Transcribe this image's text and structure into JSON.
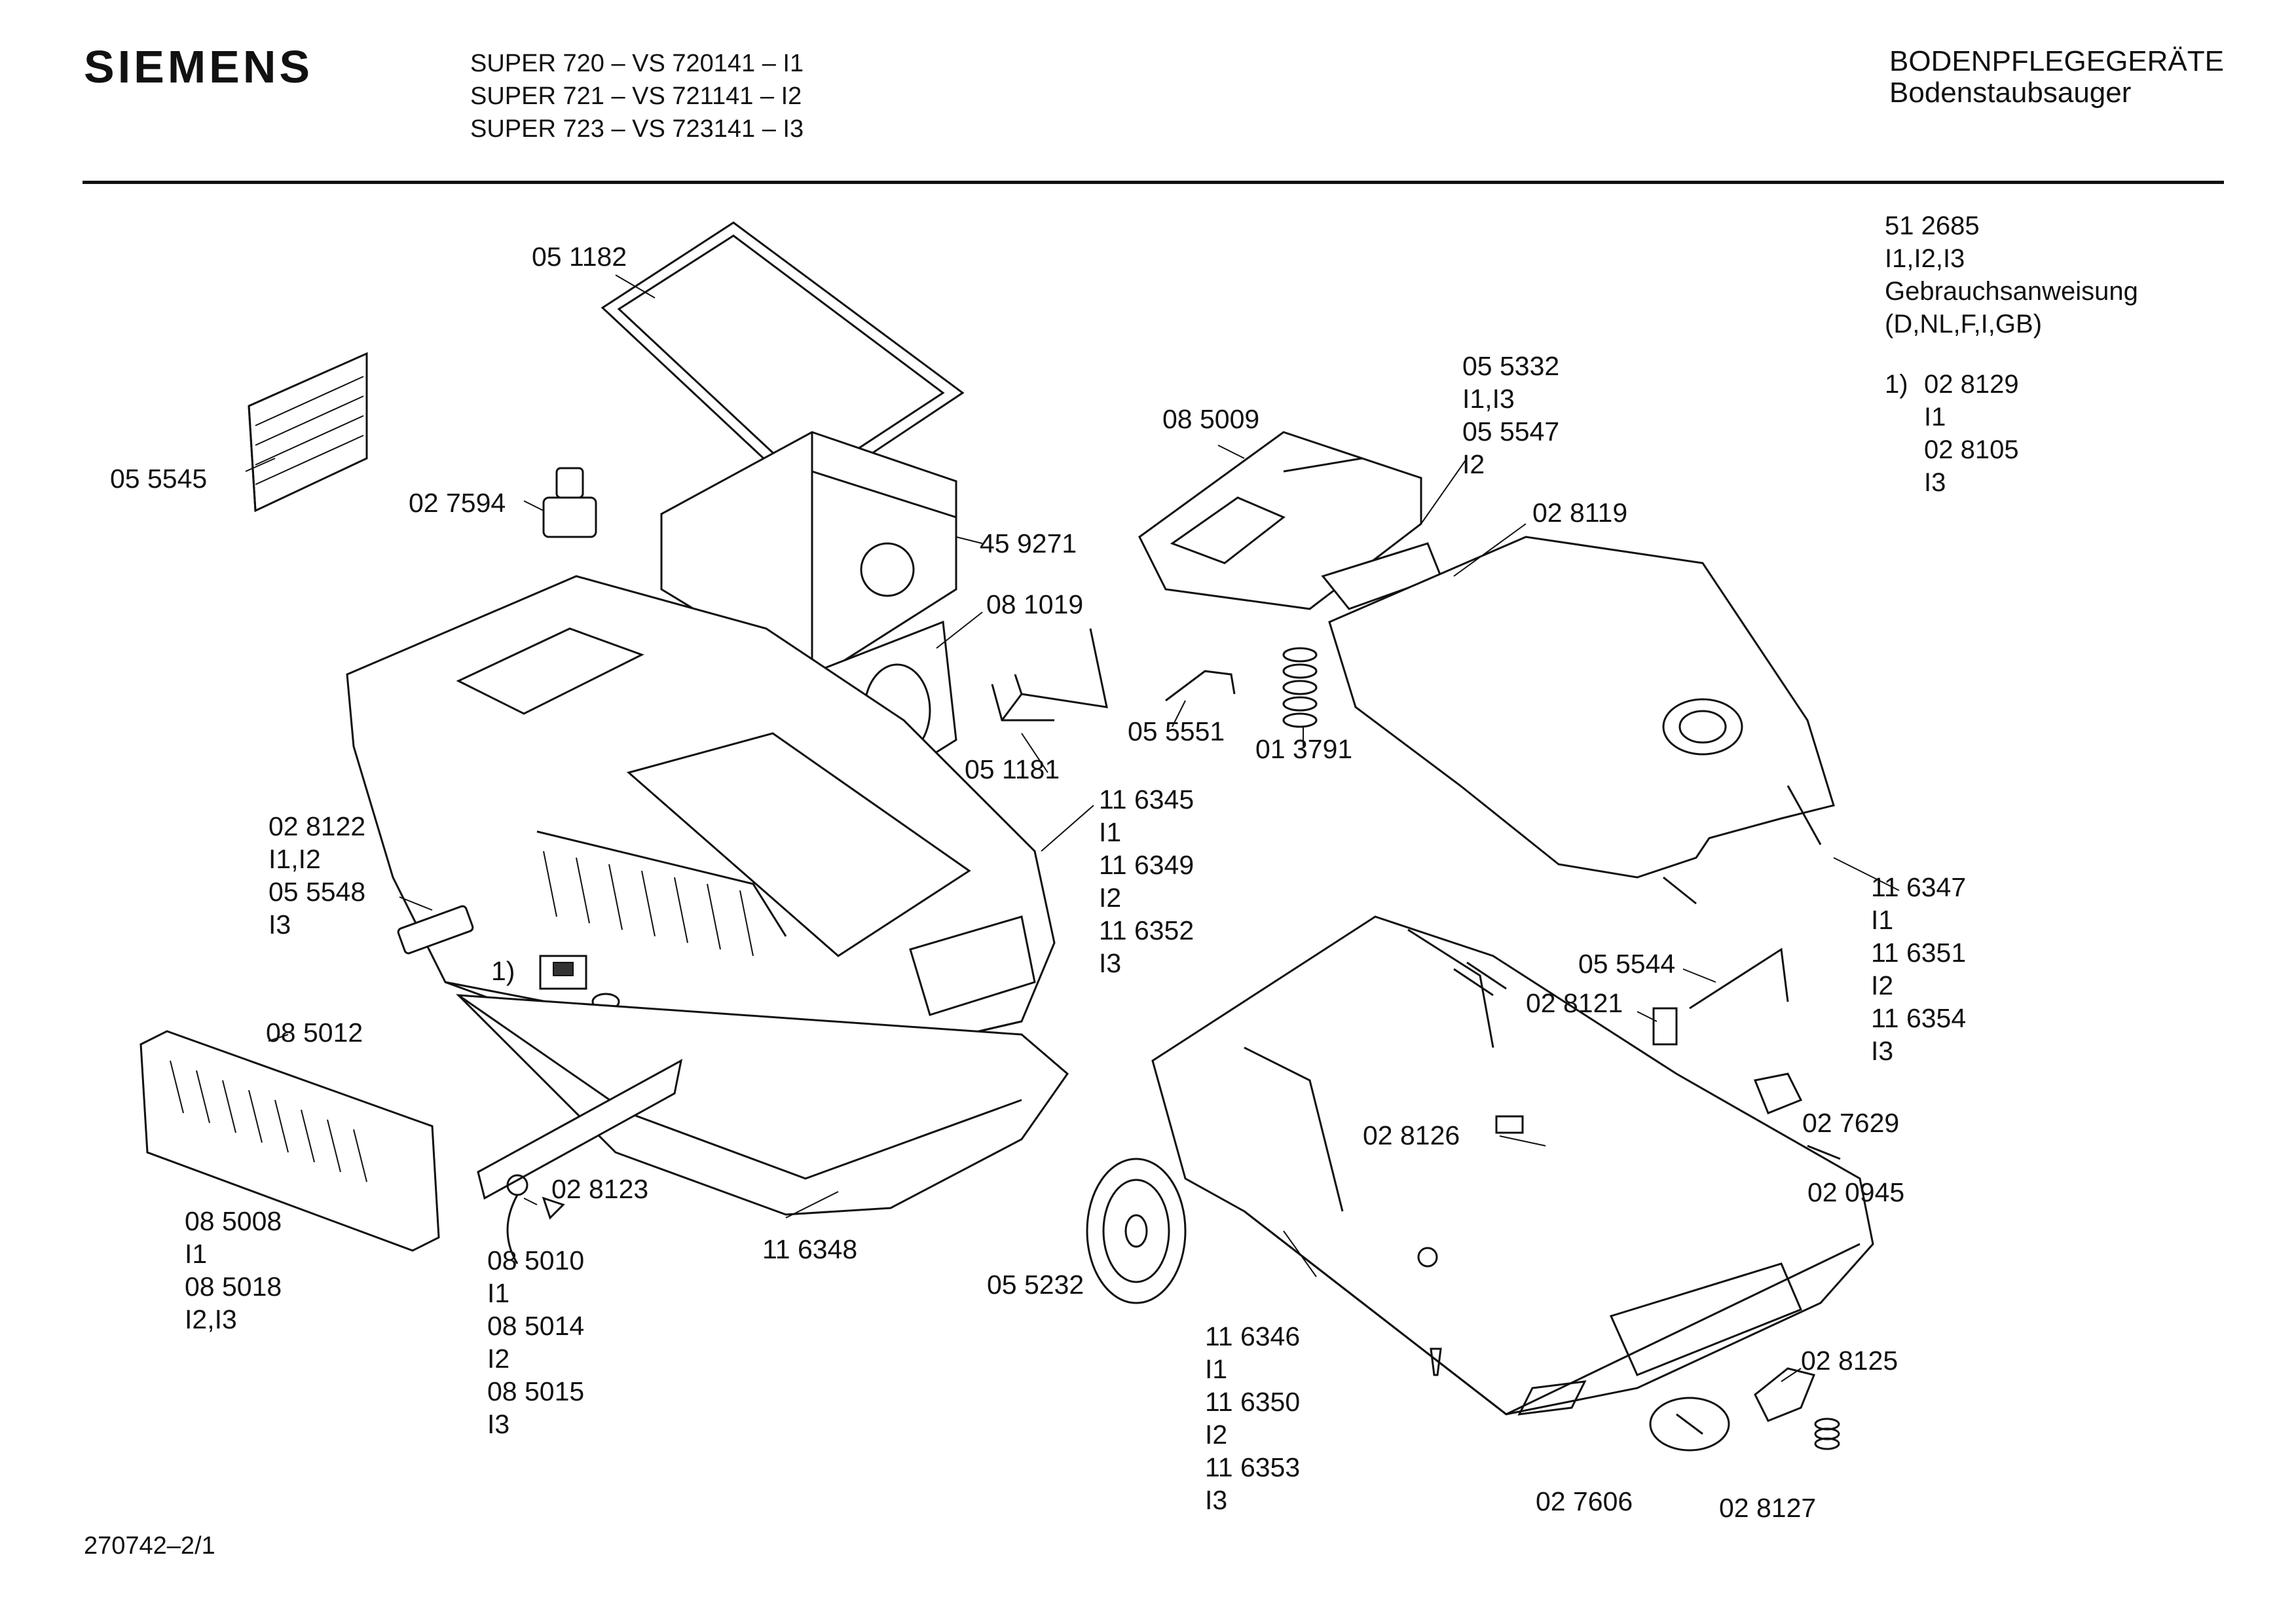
{
  "header": {
    "brand": "SIEMENS",
    "models": [
      "SUPER 720 – VS 720141 – I1",
      "SUPER 721 – VS 721141 – I2",
      "SUPER 723 – VS 723141 – I3"
    ],
    "category": "BODENPFLEGEGERÄTE",
    "subcategory": "Bodenstaubsauger"
  },
  "info": {
    "part": "51 2685",
    "variants": "I1,I2,I3",
    "doc": "Gebrauchsanweisung",
    "languages": "(D,NL,F,I,GB)"
  },
  "note": {
    "marker": "1)",
    "lines": [
      "02 8129",
      "I1",
      "02 8105",
      "I3"
    ]
  },
  "footer": {
    "ref": "270742–2/1"
  },
  "callouts": [
    {
      "id": "c1",
      "lines": [
        "05 1182"
      ]
    },
    {
      "id": "c2",
      "lines": [
        "05 5545"
      ]
    },
    {
      "id": "c3",
      "lines": [
        "02 7594"
      ]
    },
    {
      "id": "c4",
      "lines": [
        "45 9271"
      ]
    },
    {
      "id": "c5",
      "lines": [
        "08 1019"
      ]
    },
    {
      "id": "c6",
      "lines": [
        "05 1181"
      ]
    },
    {
      "id": "c7",
      "lines": [
        "08 5009"
      ]
    },
    {
      "id": "c8",
      "lines": [
        "05 5332",
        "I1,I3",
        "05 5547",
        "I2"
      ]
    },
    {
      "id": "c9",
      "lines": [
        "02 8119"
      ]
    },
    {
      "id": "c10",
      "lines": [
        "05 5551"
      ]
    },
    {
      "id": "c11",
      "lines": [
        "01 3791"
      ]
    },
    {
      "id": "c12",
      "lines": [
        "11 6345",
        "I1",
        "11 6349",
        "I2",
        "11 6352",
        "I3"
      ]
    },
    {
      "id": "c13",
      "lines": [
        "02 8122",
        "I1,I2",
        "05 5548",
        "I3"
      ]
    },
    {
      "id": "c14",
      "lines": [
        "1)"
      ]
    },
    {
      "id": "c15",
      "lines": [
        "08 5012"
      ]
    },
    {
      "id": "c16",
      "lines": [
        "08 5008",
        "I1",
        "08 5018",
        "I2,I3"
      ]
    },
    {
      "id": "c17",
      "lines": [
        "02 8123"
      ]
    },
    {
      "id": "c18",
      "lines": [
        "08 5010",
        "I1",
        "08 5014",
        "I2",
        "08 5015",
        "I3"
      ]
    },
    {
      "id": "c19",
      "lines": [
        "11 6348"
      ]
    },
    {
      "id": "c20",
      "lines": [
        "05 5232"
      ]
    },
    {
      "id": "c21",
      "lines": [
        "11 6347",
        "I1",
        "11 6351",
        "I2",
        "11 6354",
        "I3"
      ]
    },
    {
      "id": "c22",
      "lines": [
        "05 5544"
      ]
    },
    {
      "id": "c23",
      "lines": [
        "02 8121"
      ]
    },
    {
      "id": "c24",
      "lines": [
        "02 7629"
      ]
    },
    {
      "id": "c25",
      "lines": [
        "02 8126"
      ]
    },
    {
      "id": "c26",
      "lines": [
        "02 0945"
      ]
    },
    {
      "id": "c27",
      "lines": [
        "11 6346",
        "I1",
        "11 6350",
        "I2",
        "11 6353",
        "I3"
      ]
    },
    {
      "id": "c28",
      "lines": [
        "02 8125"
      ]
    },
    {
      "id": "c29",
      "lines": [
        "02 7606"
      ]
    },
    {
      "id": "c30",
      "lines": [
        "02 8127"
      ]
    }
  ]
}
